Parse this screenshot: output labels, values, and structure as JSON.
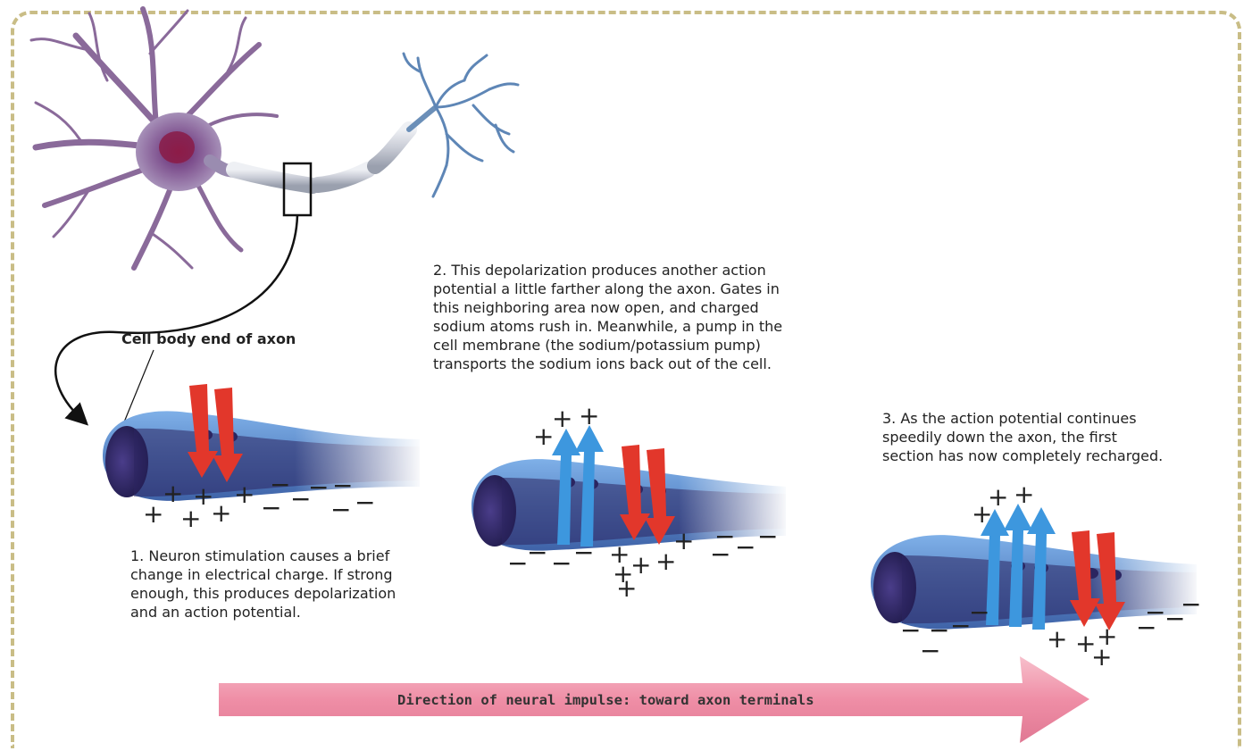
{
  "labels": {
    "cell_body": "Cell body end of axon",
    "direction": "Direction of neural impulse: toward axon terminals"
  },
  "captions": {
    "step1": "1. Neuron stimulation causes a brief\nchange in electrical charge. If strong\nenough, this produces depolarization\nand an action potential.",
    "step2": "2. This depolarization produces another action\npotential a little farther along the axon. Gates in\nthis neighboring area now open, and charged\nsodium atoms rush in.  Meanwhile, a pump in the\ncell membrane (the sodium/potassium pump)\ntransports the sodium ions back out of the cell.",
    "step3": "3. As the action potential continues\nspeedily down the axon, the first\nsection has now completely recharged."
  },
  "colors": {
    "frame": "#c9bd86",
    "axon_outer": "#5b88c8",
    "axon_inner": "#2b2560",
    "inflow_arrow": "#e2372b",
    "outflow_arrow": "#3d97de",
    "direction_arrow": "#f29fb2",
    "neuron": "#8a6a9a"
  },
  "icons": [
    "neuron-illustration",
    "curved-pointer-arrow",
    "plus-sign",
    "minus-sign"
  ]
}
